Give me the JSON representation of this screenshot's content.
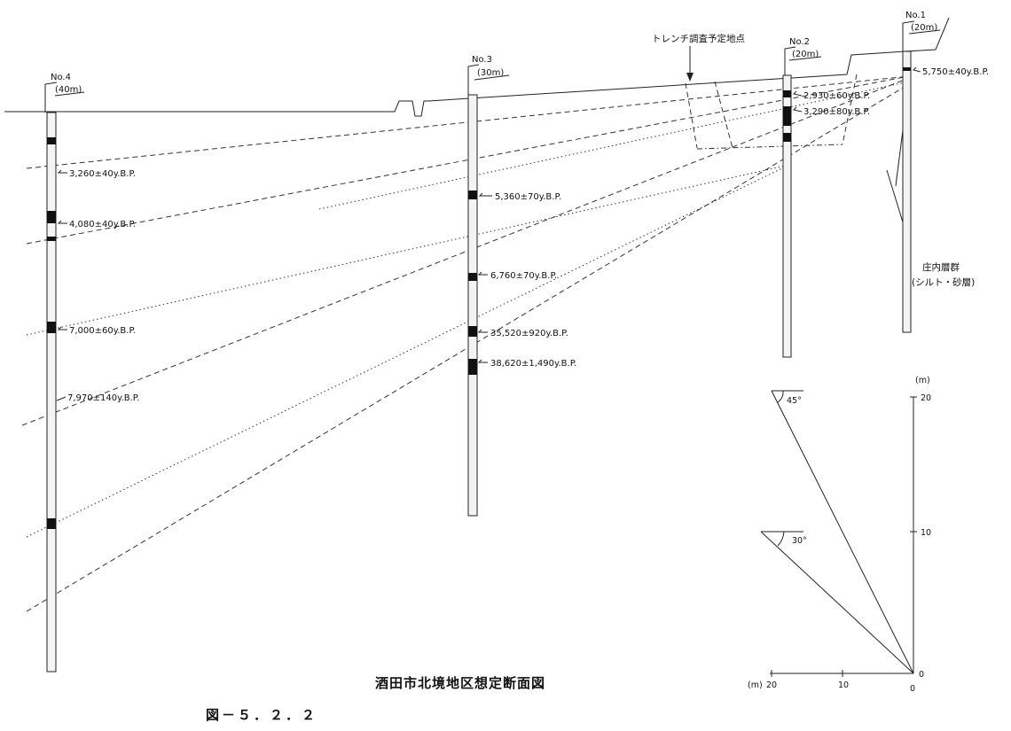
{
  "title": "酒田市北境地区想定断面図",
  "figure_number": "図－５．２．２",
  "trench_label": "トレンチ調査予定地点",
  "formation_label": {
    "line1": "庄内層群",
    "line2": "(シルト・砂層)"
  },
  "boreholes": [
    {
      "id": "No.4",
      "depth": "(40m)"
    },
    {
      "id": "No.3",
      "depth": "(30m)"
    },
    {
      "id": "No.2",
      "depth": "(20m)"
    },
    {
      "id": "No.1",
      "depth": "(20m)"
    }
  ],
  "dates": {
    "no4": [
      "3,260±40y.B.P.",
      "4,080±40y.B.P.",
      "7,000±60y.B.P.",
      "7,970±140y.B.P."
    ],
    "no3": [
      "5,360±70y.B.P.",
      "6,760±70y.B.P.",
      "35,520±920y.B.P.",
      "38,620±1,490y.B.P."
    ],
    "no2": [
      "2,930±60y.B.P.",
      "3,290±80y.B.P."
    ],
    "no1": [
      "5,750±40y.B.P."
    ]
  },
  "scale": {
    "unit": "(m)",
    "unit_h": "(m)",
    "v_ticks": [
      "20",
      "10",
      "0"
    ],
    "h_ticks": [
      "20",
      "10",
      "0"
    ],
    "angle_45": "45°",
    "angle_30": "30°"
  },
  "colors": {
    "line": "#222222",
    "peat": "#111111"
  }
}
